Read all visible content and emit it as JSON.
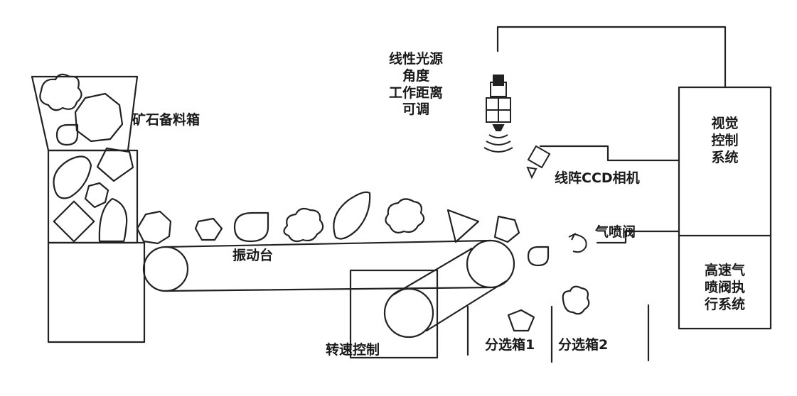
{
  "labels": {
    "hopper": "矿石备料箱",
    "light_source_lines": [
      "线性光源",
      "角度",
      "工作距离",
      "可调"
    ],
    "camera": "线阵CCD相机",
    "vision_lines": [
      "视觉",
      "控制",
      "系统"
    ],
    "air_valve": "气喷阀",
    "air_system_lines": [
      "高速气",
      "喷阀执",
      "行系统"
    ],
    "vibrating_table": "振动台",
    "speed_control": "转速控制",
    "bin1": "分选箱1",
    "bin2": "分选箱2"
  },
  "colors": {
    "stroke": "#222222",
    "background": "#ffffff"
  },
  "icons": [
    "linear-light-source-icon",
    "line-ccd-camera-icon",
    "air-jet-icon"
  ]
}
